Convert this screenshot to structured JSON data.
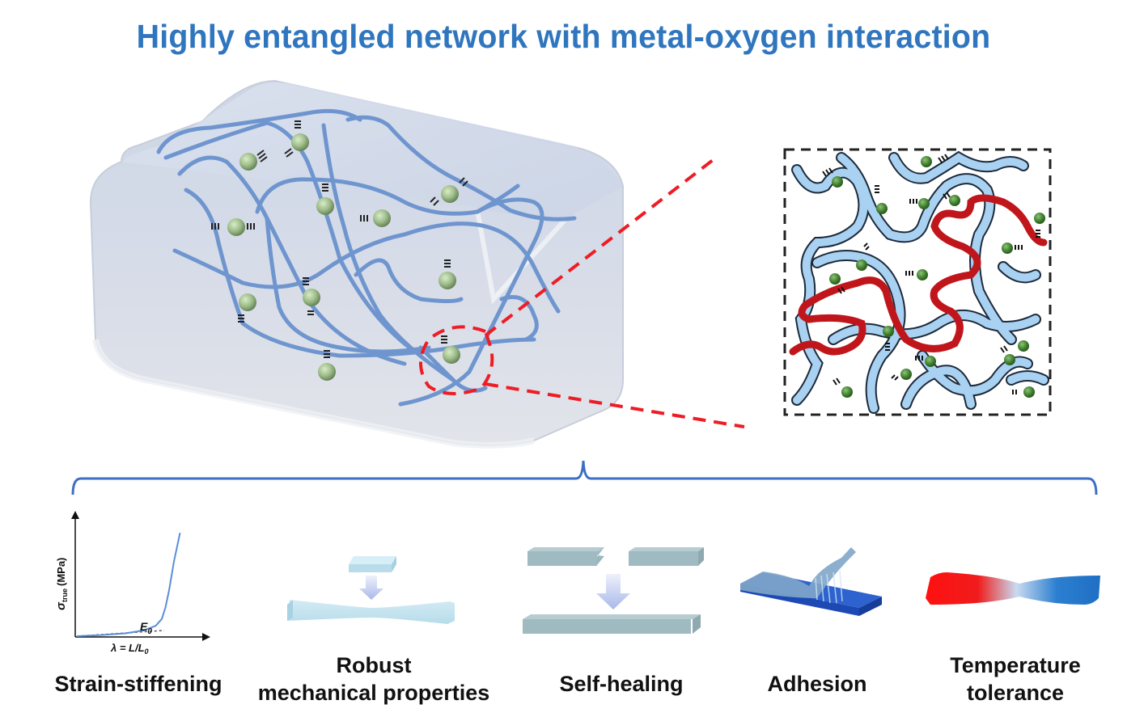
{
  "title": "Highly entangled network with metal-oxygen interaction",
  "colors": {
    "title": "#2f76be",
    "chain": "#6f95cf",
    "zoom_chain": "#a9d1f2",
    "highlight_chain": "#c0161b",
    "metal_ion": "#9fbf8a",
    "zoom_metal_ion": "#4f8a3a",
    "zoom_lines": "#ee1c24",
    "brace": "#3d6fc4"
  },
  "overview": {
    "gel_block": "Hydrogel block with entangled polymer chains and metal ions",
    "zoom_circle": "Highlighted region",
    "zoom_panel": "Magnified network: entangled chains with metal-oxygen coordination"
  },
  "properties": [
    {
      "id": "strain-stiffening",
      "label": "Strain-stiffening"
    },
    {
      "id": "robust",
      "label": "Robust mechanical properties",
      "lines": [
        "Robust",
        "mechanical properties"
      ]
    },
    {
      "id": "self-healing",
      "label": "Self-healing"
    },
    {
      "id": "adhesion",
      "label": "Adhesion"
    },
    {
      "id": "temperature",
      "label": "Temperature tolerance",
      "lines": [
        "Temperature",
        "tolerance"
      ]
    }
  ],
  "chart_data": {
    "type": "line",
    "title": "",
    "ylabel": "σ_true (MPa)",
    "ylabel_main": "σ",
    "ylabel_sub": "true",
    "ylabel_unit": "(MPa)",
    "xlabel": "λ = L/L0",
    "xlabel_main": "λ = L/L",
    "xlabel_sub": "0",
    "annotation": "E0",
    "annotation_main": "E",
    "annotation_sub": "0",
    "xlim": [
      0,
      1
    ],
    "ylim": [
      0,
      1
    ],
    "series": [
      {
        "name": "stress-strain",
        "x": [
          0,
          0.2,
          0.4,
          0.55,
          0.65,
          0.7,
          0.73,
          0.76,
          0.8,
          0.85
        ],
        "y": [
          0,
          0.01,
          0.025,
          0.05,
          0.09,
          0.15,
          0.25,
          0.4,
          0.65,
          0.9
        ]
      },
      {
        "name": "initial modulus E0 (dashed)",
        "x": [
          0,
          0.72
        ],
        "y": [
          0,
          0.05
        ]
      }
    ],
    "grid": false
  }
}
